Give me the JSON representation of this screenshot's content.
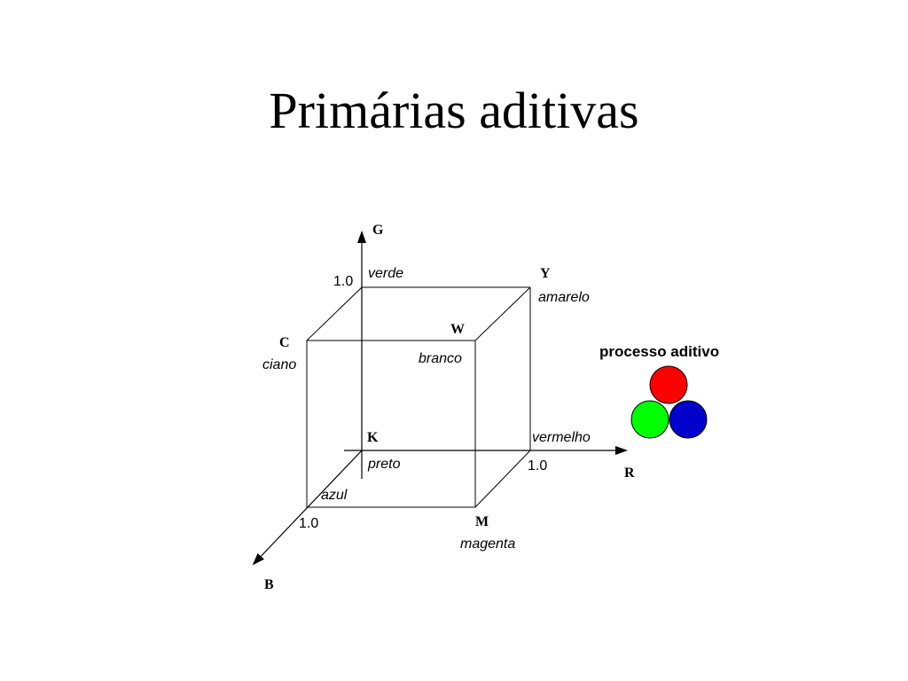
{
  "slide": {
    "title": "Primárias aditivas"
  },
  "cube": {
    "axes": {
      "g": "G",
      "r": "R",
      "b": "B"
    },
    "ticks": {
      "g": "1.0",
      "r": "1.0",
      "b": "1.0"
    },
    "vertices": {
      "k": {
        "letter": "K",
        "name": "preto"
      },
      "r": {
        "letter": "",
        "name": "vermelho"
      },
      "g": {
        "letter": "",
        "name": "verde"
      },
      "b": {
        "letter": "",
        "name": "azul"
      },
      "y": {
        "letter": "Y",
        "name": "amarelo"
      },
      "c": {
        "letter": "C",
        "name": "ciano"
      },
      "m": {
        "letter": "M",
        "name": "magenta"
      },
      "w": {
        "letter": "W",
        "name": "branco"
      }
    }
  },
  "additive_process": {
    "label": "processo aditivo",
    "circles": [
      {
        "name": "red",
        "color": "#ff0000"
      },
      {
        "name": "green",
        "color": "#00ff00"
      },
      {
        "name": "blue",
        "color": "#0000cc"
      }
    ]
  }
}
